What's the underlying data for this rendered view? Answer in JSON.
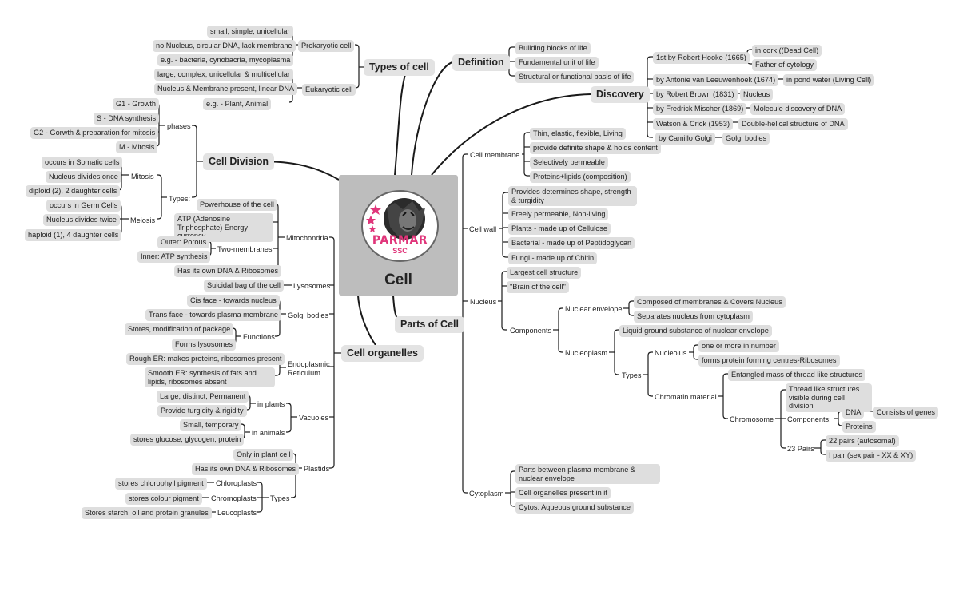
{
  "root": {
    "title": "Cell",
    "logo_text": "PARMAR",
    "logo_sub": "SSC"
  },
  "types_of_cell": {
    "title": "Types of cell",
    "prokaryotic": {
      "label": "Prokaryotic cell",
      "items": [
        "small, simple, unicellular",
        "no Nucleus, circular DNA, lack membrane",
        "e.g. - bacteria, cynobacria, mycoplasma"
      ]
    },
    "eukaryotic": {
      "label": "Eukaryotic cell",
      "items": [
        "large, complex, unicellular & multicellular",
        "Nucleus & Membrane present, linear DNA",
        "e.g. - Plant, Animal"
      ]
    }
  },
  "definition": {
    "title": "Definition",
    "items": [
      "Building blocks of life",
      "Fundamental unit of life",
      "Structural or functional basis of life"
    ]
  },
  "discovery": {
    "title": "Discovery",
    "hooke": {
      "label": "1st by Robert Hooke (1665)",
      "items": [
        "in cork ((Dead Cell)",
        "Father of cytology"
      ]
    },
    "leeuwenhoek": {
      "label": "by Antonie van Leeuwenhoek (1674)",
      "detail": "in pond water (Living Cell)"
    },
    "brown": {
      "label": "by Robert Brown (1831)",
      "detail": "Nucleus"
    },
    "mischer": {
      "label": "by Fredrick Mischer (1869)",
      "detail": "Molecule discovery of DNA"
    },
    "watson": {
      "label": "Watson & Crick (1953)",
      "detail": "Double-helical structure of DNA"
    },
    "golgi": {
      "label": "by Camillo Golgi",
      "detail": "Golgi bodies"
    }
  },
  "cell_division": {
    "title": "Cell Division",
    "phases": {
      "label": "phases",
      "items": [
        "G1 - Growth",
        "S - DNA synthesis",
        "G2 - Gorwth & preparation for mitosis",
        "M - Mitosis"
      ]
    },
    "types": {
      "label": "Types:",
      "mitosis": {
        "label": "Mitosis",
        "items": [
          "occurs in Somatic cells",
          "Nucleus divides once",
          "diploid (2), 2 daughter cells"
        ]
      },
      "meiosis": {
        "label": "Meiosis",
        "items": [
          "occurs in Germ Cells",
          "Nucleus divides twice",
          "haploid (1), 4 daughter cells"
        ]
      }
    }
  },
  "organelles": {
    "title": "Cell organelles",
    "mitochondria": {
      "label": "Mitochondria",
      "powerhouse": "Powerhouse of the cell",
      "atp": "ATP (Adenosine Triphosphate) Energy currency",
      "two_membranes": {
        "label": "Two-membranes",
        "items": [
          "Outer: Porous",
          "Inner: ATP synthesis"
        ]
      },
      "own_dna": "Has its own DNA & Ribosomes"
    },
    "lysosomes": {
      "label": "Lysosomes",
      "detail": "Suicidal bag of the cell"
    },
    "golgi": {
      "label": "Golgi bodies",
      "items": [
        "Cis face - towards nucleus",
        "Trans face - towards plasma membrane"
      ],
      "functions": {
        "label": "Functions",
        "items": [
          "Stores, modification of package",
          "Forms lysosomes"
        ]
      }
    },
    "er": {
      "label": "Endoplasmic Reticulum",
      "items": [
        "Rough ER: makes proteins, ribosomes present",
        "Smooth ER: synthesis of fats and lipids, ribosomes absent"
      ]
    },
    "vacuoles": {
      "label": "Vacuoles",
      "plants": {
        "label": "in plants",
        "items": [
          "Large, distinct, Permanent",
          "Provide turgidity & rigidity"
        ]
      },
      "animals": {
        "label": "in animals",
        "items": [
          "Small, temporary",
          "stores glucose, glycogen, protein"
        ]
      }
    },
    "plastids": {
      "label": "Plastids",
      "items": [
        "Only in plant cell",
        "Has its own DNA & Ribosomes"
      ],
      "types": {
        "label": "Types",
        "items": [
          {
            "name": "Chloroplasts",
            "detail": "stores chlorophyll pigment"
          },
          {
            "name": "Chromoplasts",
            "detail": "stores colour pigment"
          },
          {
            "name": "Leucoplasts",
            "detail": "Stores starch, oil and protein granules"
          }
        ]
      }
    }
  },
  "parts": {
    "title": "Parts of Cell",
    "membrane": {
      "label": "Cell membrane",
      "items": [
        "Thin, elastic, flexible, Living",
        "provide definite shape & holds content",
        "Selectively permeable",
        "Proteins+lipids (composition)"
      ]
    },
    "wall": {
      "label": "Cell wall",
      "items": [
        "Provides determines shape, strength & turgidity",
        "Freely permeable, Non-living",
        "Plants - made up of Cellulose",
        "Bacterial - made up of Peptidoglycan",
        "Fungi - made up of Chitin"
      ]
    },
    "nucleus": {
      "label": "Nucleus",
      "items": [
        "Largest cell structure",
        "\"Brain of the cell\""
      ],
      "components": {
        "label": "Components",
        "envelope": {
          "label": "Nuclear envelope",
          "items": [
            "Composed of membranes & Covers Nucleus",
            "Separates nucleus from cytoplasm"
          ]
        },
        "nucleoplasm": {
          "label": "Nucleoplasm",
          "detail": "Liquid ground substance of nuclear envelope",
          "types": {
            "label": "Types",
            "nucleolus": {
              "label": "Nucleolus",
              "items": [
                "one or more in number",
                "forms protein forming centres-Ribosomes"
              ]
            },
            "chromatin": {
              "label": "Chromatin material",
              "detail": "Entangled mass of thread like structures",
              "chromosome": {
                "label": "Chromosome",
                "detail": "Thread like structures visible during cell division",
                "components": {
                  "label": "Components:",
                  "dna": "DNA",
                  "dna_detail": "Consists of genes",
                  "proteins": "Proteins"
                },
                "pairs": {
                  "label": "23 Pairs",
                  "items": [
                    "22 pairs (autosomal)",
                    "I pair (sex pair - XX & XY)"
                  ]
                }
              }
            }
          }
        }
      }
    },
    "cytoplasm": {
      "label": "Cytoplasm",
      "items": [
        "Parts between plasma membrane & nuclear envelope",
        "Cell organelles present in it",
        "Cytos: Aqueous ground substance"
      ]
    }
  },
  "colors": {
    "node_bg": "#dedede",
    "center_bg": "#bdbdbd",
    "line": "#1a1a1a",
    "logo_accent": "#e0357a"
  }
}
